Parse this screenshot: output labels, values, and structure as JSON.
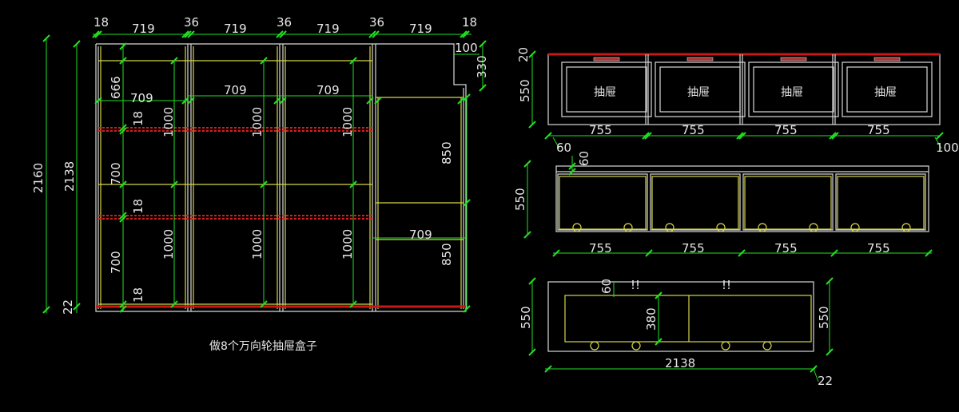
{
  "note": "做8个万向轮抽屉盒子",
  "front": {
    "top_dims": [
      "18",
      "719",
      "36",
      "719",
      "36",
      "719",
      "36",
      "719",
      "18"
    ],
    "corner_dims": [
      "100",
      "330"
    ],
    "left_dims": [
      "2160",
      "2138",
      "22"
    ],
    "inner_widths": [
      "709",
      "709",
      "709",
      "709"
    ],
    "small_left": [
      "666",
      "18",
      "700",
      "18",
      "700",
      "18"
    ],
    "door_heights": [
      "1000",
      "1000",
      "1000",
      "1000",
      "1000",
      "1000"
    ],
    "right_heights": [
      "850",
      "850"
    ]
  },
  "drawer_front": {
    "left_dims": [
      "20",
      "550"
    ],
    "drawer_label": "抽屉",
    "widths": [
      "755",
      "755",
      "755",
      "755"
    ],
    "side_dims": [
      "60",
      "100"
    ]
  },
  "drawer_inner": {
    "left_dim": "550",
    "top_dim": "60",
    "widths": [
      "755",
      "755",
      "755",
      "755"
    ]
  },
  "side_view": {
    "left_dim": "550",
    "right_dim": "550",
    "dims": [
      "60",
      "380"
    ],
    "bottom_dim": "2138",
    "corner_dim": "22"
  },
  "colors": {
    "dimension": "#22e022",
    "outline": "#d8d8d8",
    "inner": "#d6d64a",
    "red": "#d02020"
  }
}
